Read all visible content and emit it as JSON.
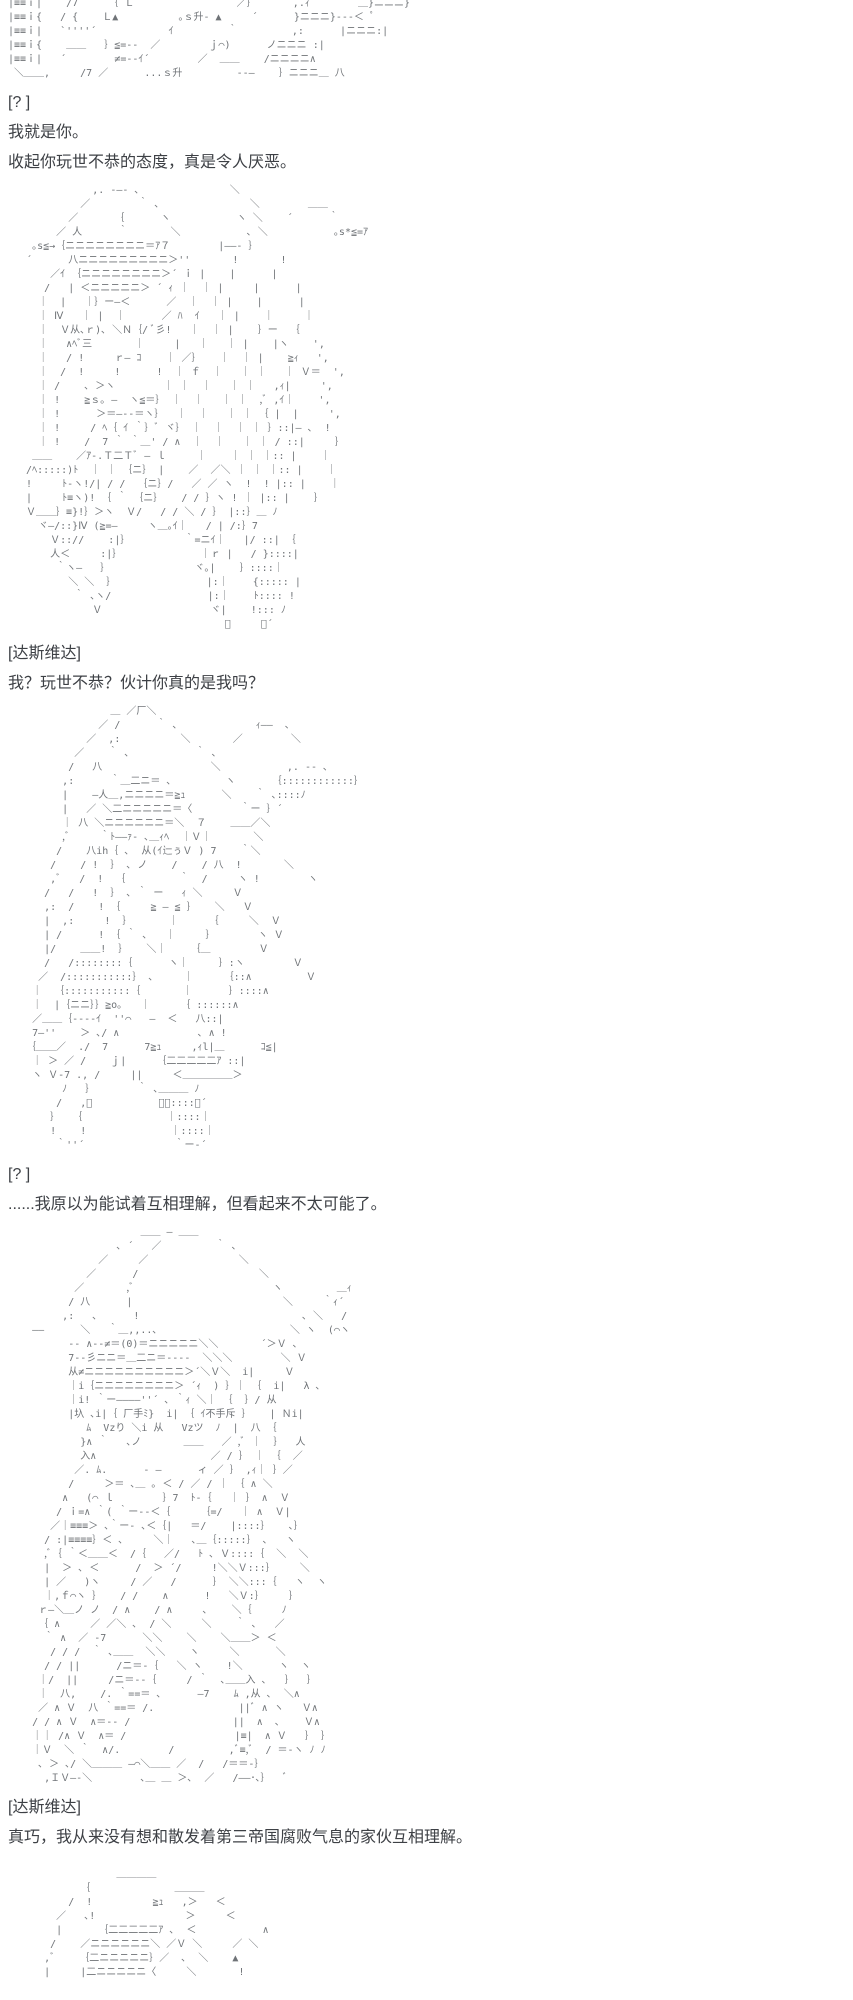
{
  "page": {
    "background": "#ffffff",
    "text_color": "#3d4045",
    "aa_color": "#6f7377"
  },
  "sections": [
    {
      "label": "[? ]",
      "lines": [
        "我就是你。",
        "收起你玩世不恭的态度，真是令人厌恶。"
      ]
    },
    {
      "label": "[达斯维达]",
      "lines": [
        "我？玩世不恭？伙计你真的是我吗？"
      ]
    },
    {
      "label": "[? ]",
      "lines": [
        "......我原以为能试着互相理解，但看起来不太可能了。"
      ]
    },
    {
      "label": "[达斯维达]",
      "lines": [
        "真巧，我从来没有想和散发着第三帝国腐败气息的家伙互相理解。"
      ]
    }
  ],
  "ascii_art": {
    "top_partial": [
      "|≡≡ｉ|    /7   ´ ｛ Ｌ                 ／｝      ,.ｨ        ＿}ニニニ}",
      "|≡≡ｉ{   / {    Ｌ▲          ｡ｓ升‐ ▲     ´      }ニニニ}---＜ ﾟ",
      "|≡≡ｉ|   `''''´            ｲ         ｀         ,:      |ニニニ:|",
      "|≡≡ｉ{    ＿＿   ｝≦=--  ／        ｊ⌒)      ノニニニ :|",
      "|≡≡ｉ|   ´        ≠=--ｲ´        ／  ＿＿    /ニニニニ∧",
      " ＼＿＿,     /7 ／      ...ｓ升         --―    ｝ニニニ＿ 八"
    ],
    "vader_full": [
      "              ,. -―- ､               ＼",
      "            ／        ｀ ､               ＼        ＿＿",
      "          ／      ｛      ヽ           ヽ ＼    ´      ｀",
      "        ／ 人      ｀       ＼           ､ ＼           ｡s*≦=ｱ",
      "    ｡s≦→｛ニニニニニニニニ＝ｱ７        |――‐ ｝",
      "   ´      八ニニニニニニニニニ＞''       !       !",
      "       ／ｲ ｛ニニニニニニニニ＞´ ｉ |    |      |",
      "      /   | ＜ニニニニニ＞ ´ ｨ ｜  ｜ |     |      |",
      "     ｜  |   ｜｝ー―＜      ／  ｜  ｜ |    |      |",
      "     ｜ Ⅳ   ｜ |  ｜      ／ ﾊ  ｲ   ｜ |    ｜     ｜",
      "     ｜  Ｖ从､ｒ)､ ＼Ｎ｛/ ﾞ彡!   ｜  ｜ |    ｝ー  ｛",
      "     ｜   ∧ﾍﾞ三       ｜     |   ｜   ｜ |    |ヽ    ',",
      "     ｜   / !     ｒ― ｺ    ｜ ／｝   ｜  ｜ |    ≧ｨ   ',",
      "     ｜  /  !     !      !  ｜ ｆ  ｜   ｜ ｜   ｜ Ｖ＝  ',",
      "     ｜ /    ､ ＞ヽ        ｜ ｜  ｜   ｜ ｜   ,ｨ|     ',",
      "     ｜ !    ≧ｓ｡ ―  ヽ≦＝｝ ｜  ｜   ｜ ｜  ,ﾞ ,ｲ｜    ',",
      "     ｜ !      ＞＝―--＝ヽ｝  ｜  ｜   ｜ ｜ ｛ |  |     ',",
      "     ｜ !     / ﾍ｛ ｲ ｀｝ﾞ ヾ｝ ｜  ｜  ｜ ｜ ｝::|― ､  !",
      "     ｜ !    /  7 ｀ ｀＿' / ∧  ｜  ｜   ｜ ｜ / ::|     ｝",
      "    ＿＿    ／ｱ-.Ｔ二Ｔﾞ ― ｌ     ｜    ｜ ｜ ｜:: |    ｜",
      "   /ﾍ:::::)ﾄ  ｜ ｜ ｛ニ｝ |    ／  ／＼ ｜ ｜ ｜:: |    ｜",
      "   !     ﾄ-ヽ!/| / /  ｛ニ｝/   ／ ／ ヽ  !  ! |:: |    ｜",
      "   |     ﾄ≡ヽ)! ｛ ｀ ｛ニ｝   / / ｝ヽ ! ｜ |:: |    ｝",
      "   Ｖ＿＿｝≡}!｝＞ヽ  Ｖ/   / / ＼ / ｝ |::｝＿ ﾉ",
      "     ヾ―/::}Ⅳ (≧=―     ヽ＿｡ｲ｜   / | /:｝7",
      "       Ｖ:://    :|｝         ｀=ニｲ｜   |/ ::| ｛",
      "       人＜     :|｝             ｜ｒ |   / }::::|",
      "        ｀ヽ―   ｝              ヾ｡|    ｝::::｜",
      "          ＼ ＼  ｝               |:｜    {::::: |",
      "           ｀ ､ヽ/                |:｜    ﾄ:::: !",
      "              Ｖ                  ヾ|    !::: ﾉ",
      "                                    ﾞ     ｀´"
    ],
    "char2": [
      "                 ＿ ／厂＼",
      "               ／ /      ｀ ､             ｨ――  ､",
      "             ／  ,:          ＼       ／        ＼",
      "           ／    ｀ ､           ｀ ､",
      "          /   八                  ＼           ,. -‐ ､",
      "         ,:      ｀＿二ニ＝ ､         ヽ      ｛::::::::::::｝",
      "         |    ―人＿,ニニニニ＝≧ｭ      ＼    ｀ ､::::ﾉ",
      "         |   ／ ＼二ニニニニニ＝〈        ｀ー ｝´",
      "         ｜ 八 ＼ニニニニニニ＝＼  ７    ＿＿／＼",
      "         ,ﾞ     ｀ﾄ――ｧ- ､＿ｨﾍ  ｜Ｖ｜       ＼",
      "        /    八ih｛ ､  从(ｲ辷ぅＶ ) 7    ｀＼",
      "       /    / !  ｝ ､ ノ    /    / 八  !       ＼",
      "       ,ﾞ   /  !  ｛         ｀  /     ヽ !        ヽ",
      "      /   /   !  ｝ ､ ｀ ー   ｨ ＼     Ｖ",
      "      ,:  /    ! ｛     ≧ ― ≦ ｝   ＼   Ｖ",
      "      |  ,:     !  ｝      ｜     ｛     ＼  Ｖ",
      "      | /      ! ｛ ｀ ､   ｜     ｝       ヽ Ｖ",
      "      |/    ＿＿!  ｝   ＼｜    ｛＿        Ｖ",
      "      /   /::::::::｛      ヽ｜     ｝:ヽ        Ｖ",
      "     ／  /:::::::::::｝ ､     ｜     ｛::∧         Ｖ",
      "    ｜  ｛:::::::::::｛       ｜      ｝::::∧",
      "    ｜  |｛ニニ｝｝≧o｡   ｜     ｛ ::::::∧",
      "    ／＿＿｛----ｲ  ''⌒   ―  ＜   八::|",
      "    7―''    ＞ ､/ ∧             ､ ∧ !",
      "   ｛＿＿／  ./  7      7≧ｭ     ,ｨl|＿      ｺ≦|",
      "    ｜ ＞ ／ /    ｊ|     ｛二二二二二ｱ ::|",
      "    ヽ Ｖ-7 ., /     ||     ＜＿＿＿＿＿＞",
      "         ﾉ   ｝       ｀ ､＿＿＿ ﾉ",
      "        /   ,ﾞ           ｀｜::::｜´",
      "       ｝  ｛              ｜::::｜",
      "       !    !              ｜::::｜",
      "        ｀''´               ｀ー‐´"
    ],
    "char3": [
      "                      ＿＿ ― ＿＿",
      "                  ､ ´   ／         ｀ ､",
      "               ／     ／               ＼",
      "             ／      /                    ＼",
      "           ／       ,ﾞ                       ヽ         ＿ｨ",
      "          / 八      |                         ＼     ｀ｨ´",
      "         ,:   ､      !                           ､ ＼   /",
      "    ――      ＼   ｀＿,,..､                      ＼ ヽ  (⌒ヽ",
      "          -- ∧--≠＝(0)＝ニニニニニ＼＼       ´＞Ｖ ､",
      "          7--彡ニニ＝＿二ニ＝----  ＼＼＼        ＼ Ｖ",
      "          从≠ニニニニニニニニニニ＞´＼Ｖ＼  i|     Ｖ",
      "          ｜i｛ニニニニニニニニ＞ ´ｨ  ) ｝｜ ｛  i|   λ ､",
      "          ｜i! ｀ー――――''´ ､ ｀ｨ ＼｜ ｛  ｝/ 从",
      "          |圦 ､i|｛ 厂手ﾐ}  i| ｛ ｲ不手斥 ｝   | Ｎi|",
      "             ﾑ  Vzり ＼i 从   Vzツ  ﾉ  |  八 ｛",
      "            }∧ ｀   ､ノ       ＿＿   ／ ,ﾞ ｜  ｝  人",
      "            入∧                   ／ / ｝ ｜ ｛  ／",
      "           ／. ﾑ.      - ―      ィ ／ ｝ ,ｨ｜ ｝／",
      "          /     ＞＝ ､＿ ｡ ＜ / ／ / ｜ ｛ ∧ ＼",
      "         ∧   (⌒ ｌ        ｝7  ﾄ-｛   ｜ ｝ ∧  Ｖ",
      "        / ｉ=∧ ｀( ｀ー--＜｛     ｛=/   ｜ ∧  Ｖ|",
      "       ／｜≡≡≡＞ ､｀ー- ､＜｛|   ＝/    |::::｝   ､｝",
      "      / :|≡≡≡≡｝＜ ､     ＼｜   ､＿｛:::::｝ ､   ヽ",
      "      ,ﾞ｛ ｀＜＿＿＜  /｛   ／/   ﾄ ､ Ｖ::::｛  ＼  ＼",
      "      |  ＞ ､ ＜      /  ＞ ´/     !＼＼Ｖ:::｝    ＼",
      "      | ／   )ヽ     / ／   /      ｝ ＼＼:::｛   ヽ  ヽ",
      "      ｜,ｆ⌒ヽ ｝   / /    ∧      !   ＼Ｖ:｝    ｝",
      "     ｒ―＼＿ノ ノ  / ∧    / ∧     ､    ＼｛     ﾉ",
      "     ｛ ∧     ／ ／＼ ､  / ＼     ＼    ｀ ､   ／",
      "      ｀ ∧  ／ -7      ＼＼    ＼    ＼＿＿＞ ＜",
      "       / / /  ｀ ､＿＿  ＼＼    ヽ     ＼      ＼",
      "      / / ||      /ニ＝-｛   ＼ ヽ    !＼      ヽ  ヽ",
      "     ｜/  ||     /ニ＝--｛     / ｀  ､＿＿入 ､   ｝  ｝",
      "     ｜  八,    /. ｀==＝ ､      ―7    ﾑ ,从 ､  ＼∧",
      "     ／ ∧ Ｖ  八 ｀==＝ /.              ||ﾞ ∧ ヽ   Ｖ∧",
      "    / / ∧ Ｖ  ∧＝-- /                 ||  ∧  ､    Ｖ∧",
      "    ｜｜ /∧ Ｖ  ∧＝ /                  |≡|  ∧ Ｖ   ｝ ｝",
      "    ｜Ｖ  ＼ ｀  ∧/.        /         ,ﾞ≡,ﾞ  / ＝-ヽ ﾉ ﾉ",
      "     ､ ＞ ､/ ＼＿＿＿ ―⌒＼＿＿ ／  /   /＝＝-｝",
      "      ,ＩＶ―-＼        ､＿ ＿ ＞､  ／   /――･､｝  ﾞ"
    ],
    "bottom_partial": [
      "                  ＿＿＿＿",
      "            ｛              ＿＿＿",
      "          /  !          ≧ｭ   ,＞   ＜",
      "        ／   ､!               ＞     ＜",
      "        |      ｛二二二二二ｱ ､  ＜           ∧",
      "       /    ／ニニニニニニ＼ ／Ｖ ＼     ／ ＼",
      "      ,ﾞ    ｛二ニニニニニ｝／  ､  ＼    ▲",
      "      |     |二ニニニニニ〈     ＼       !"
    ]
  }
}
